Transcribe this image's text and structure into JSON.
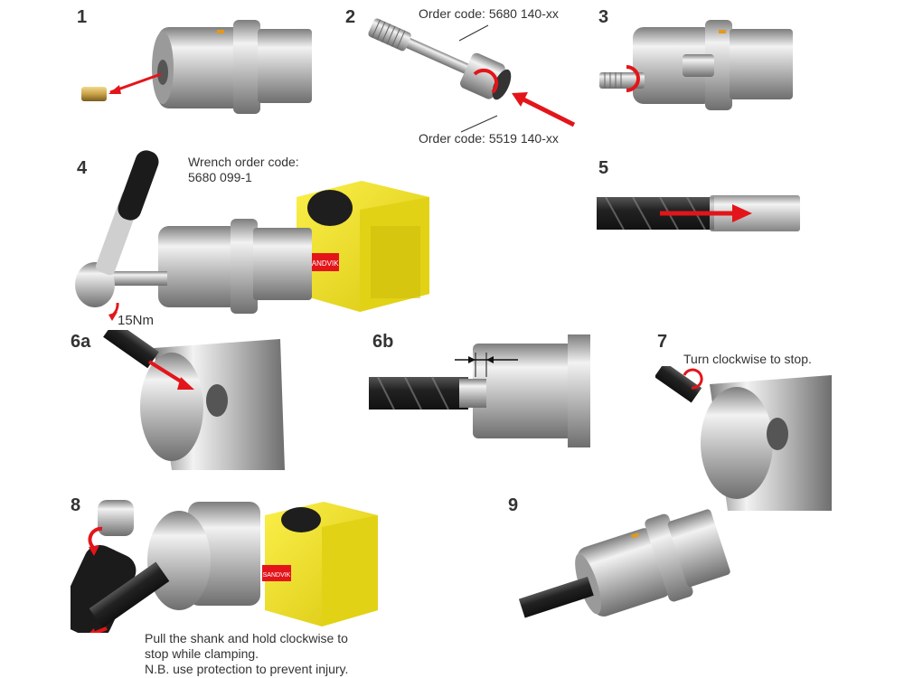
{
  "steps": [
    {
      "id": "1",
      "label": "1"
    },
    {
      "id": "2",
      "label": "2",
      "notes": [
        "Order code: 5680 140-xx",
        "Order code: 5519 140-xx"
      ]
    },
    {
      "id": "3",
      "label": "3"
    },
    {
      "id": "4",
      "label": "4",
      "notes": [
        "Wrench order code:",
        "5680 099-1",
        "15Nm"
      ]
    },
    {
      "id": "5",
      "label": "5"
    },
    {
      "id": "6a",
      "label": "6a"
    },
    {
      "id": "6b",
      "label": "6b"
    },
    {
      "id": "7",
      "label": "7",
      "notes": [
        "Turn clockwise to stop."
      ]
    },
    {
      "id": "8",
      "label": "8",
      "notes": [
        "Pull the shank and hold clockwise to",
        "stop while clamping.",
        "N.B. use protection to prevent injury."
      ]
    },
    {
      "id": "9",
      "label": "9"
    }
  ],
  "stand_label": "SANDVIK",
  "colors": {
    "arrow": "#e3151a",
    "steel_light": "#e9e9e9",
    "steel_dark": "#8a8a8a",
    "stand": "#f2e21c",
    "stand_dark": "#c9b90c",
    "mill": "#2a2a2a",
    "brass": "#c9a24a"
  }
}
